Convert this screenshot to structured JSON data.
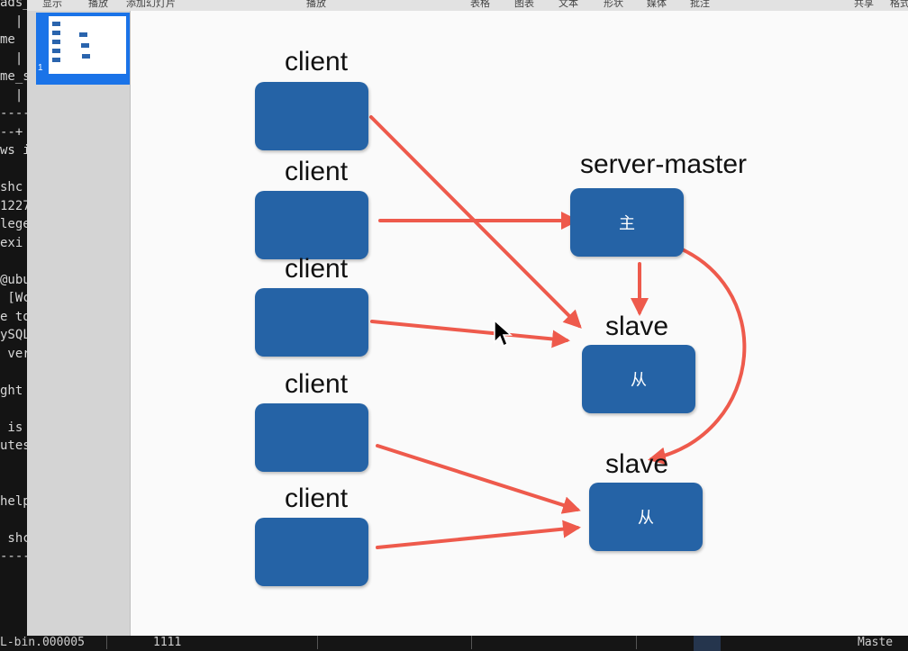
{
  "terminal_lines": [
    "ads_",
    "  |",
    "me",
    "  |",
    "me_s",
    "  |",
    "----",
    "--+",
    "ws i",
    "",
    "shc",
    "1227",
    "lege",
    "exi",
    "",
    "@ubu",
    " [Wc",
    "e to",
    "ySQL",
    " ver",
    "",
    "ght",
    "",
    " is",
    "utes",
    "",
    "",
    "help",
    "",
    " shc",
    "----"
  ],
  "bottom_strip": {
    "left_text": "L-bin.000005",
    "mid_text": "1111",
    "right_text": "Maste"
  },
  "toolbar": {
    "items": [
      "显示",
      "播放",
      "添加幻灯片",
      "播放",
      "表格",
      "图表",
      "文本",
      "形状",
      "媒体",
      "批注",
      "共享",
      "格式"
    ]
  },
  "navigator": {
    "slide_number": "1"
  },
  "diagram": {
    "clients": [
      {
        "label": "client"
      },
      {
        "label": "client"
      },
      {
        "label": "client"
      },
      {
        "label": "client"
      },
      {
        "label": "client"
      }
    ],
    "master": {
      "label": "server-master",
      "text": "主"
    },
    "slaves": [
      {
        "label": "slave",
        "text": "从"
      },
      {
        "label": "slave",
        "text": "从"
      }
    ],
    "arrow_color": "#ee5a4c",
    "node_color": "#2563a6"
  }
}
